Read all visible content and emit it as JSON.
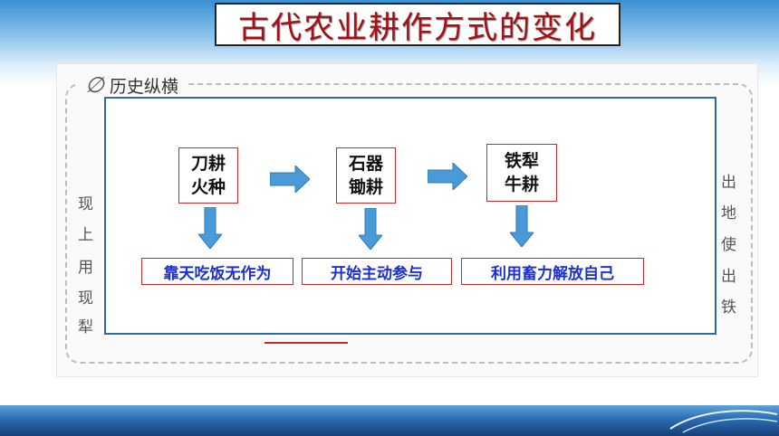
{
  "title": "古代农业耕作方式的变化",
  "background_card": {
    "header": "历史纵横",
    "left_chars": [
      "现",
      "上",
      "用",
      "现",
      "犁"
    ],
    "right_chars": [
      "出",
      "地",
      "使",
      "出",
      "铁"
    ]
  },
  "stages": [
    {
      "line1": "刀耕",
      "line2": "火种"
    },
    {
      "line1": "石器",
      "line2": "锄耕"
    },
    {
      "line1": "铁犁",
      "line2": "牛耕"
    }
  ],
  "results": [
    "靠天吃饭无作为",
    "开始主动参与",
    "利用畜力解放自己"
  ],
  "colors": {
    "title_text": "#a01218",
    "box_border": "#c8282a",
    "result_text": "#1b2fd6",
    "arrow_fill": "#4a9ad8",
    "overlay_border": "#2e6aa8"
  }
}
